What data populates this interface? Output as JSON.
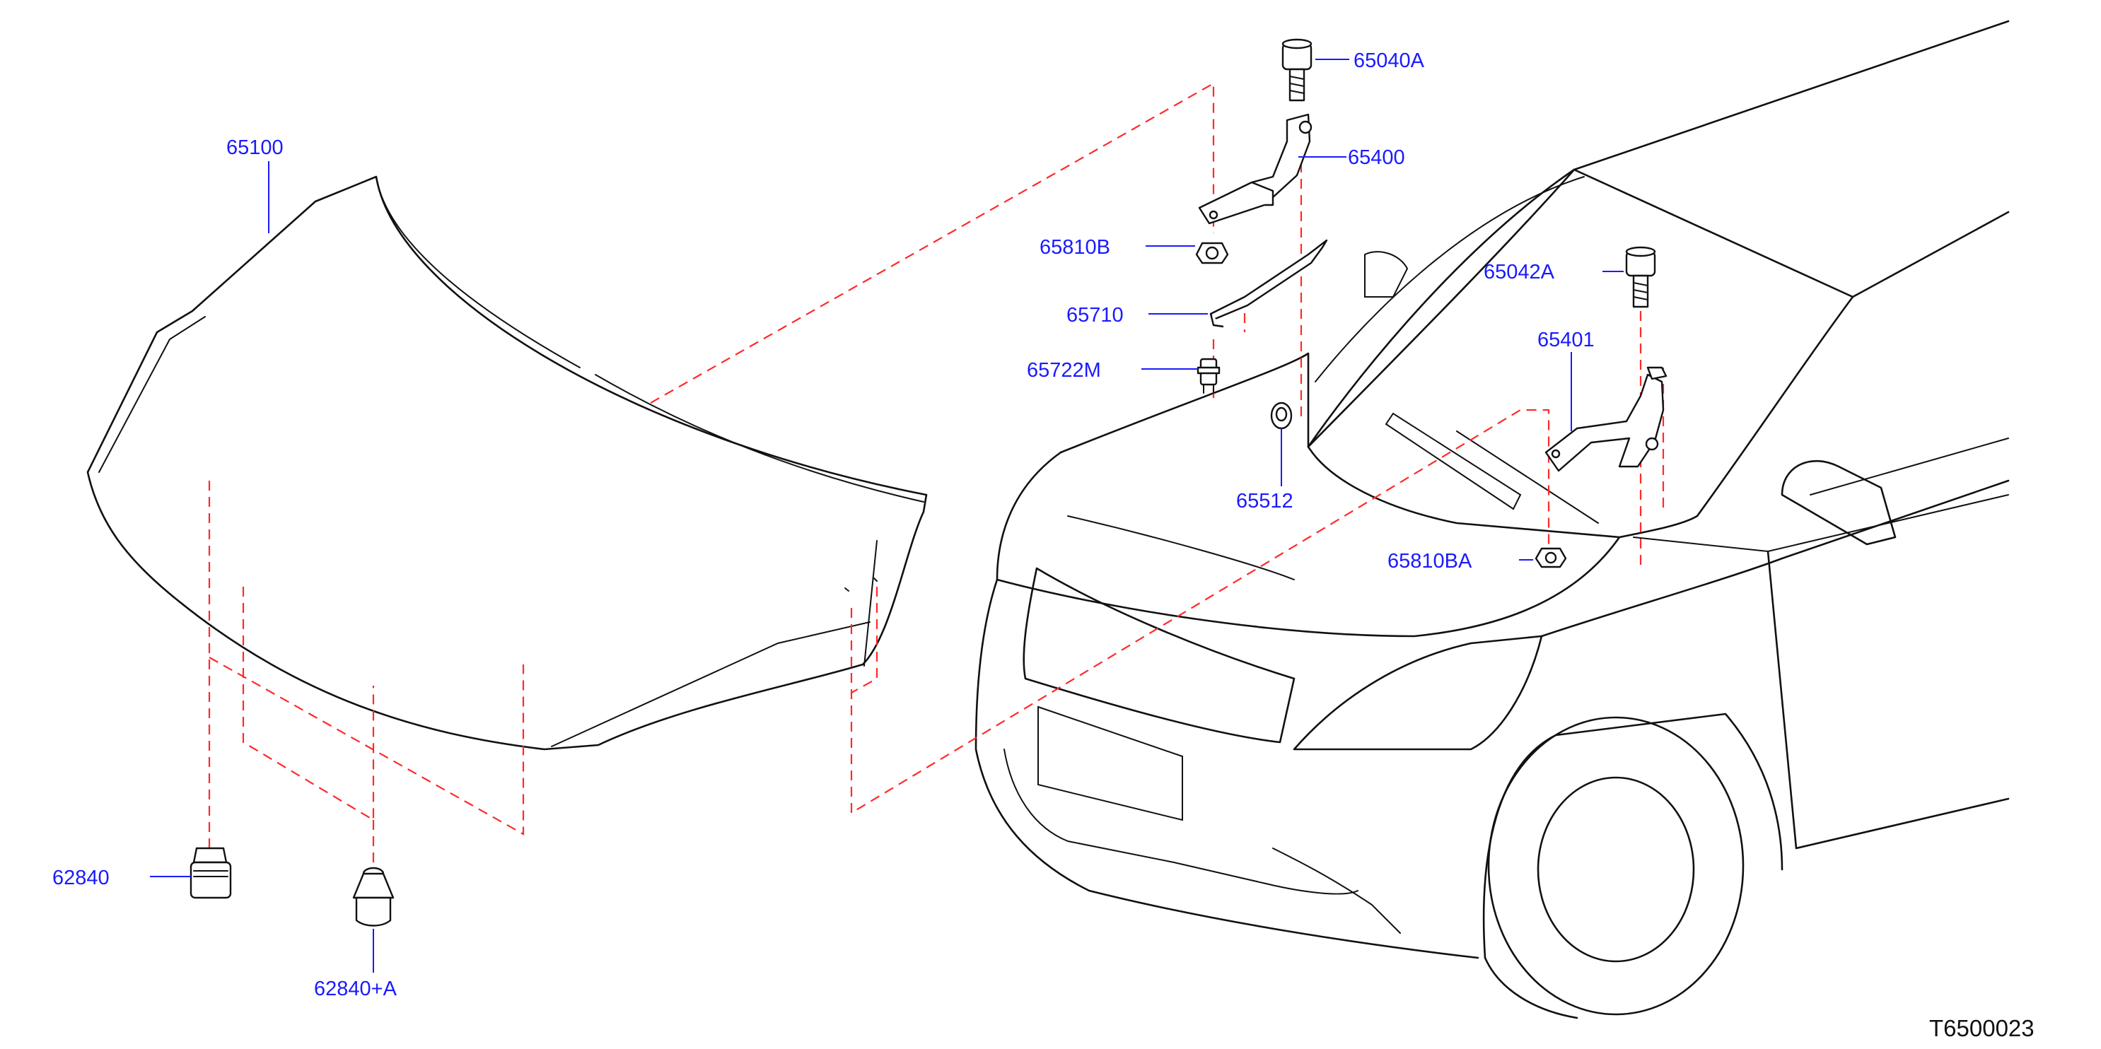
{
  "diagram": {
    "code": "T6500023",
    "parts": [
      {
        "id": "65100",
        "label": "65100",
        "name": "hood"
      },
      {
        "id": "65040A",
        "label": "65040A",
        "name": "hinge-bolt"
      },
      {
        "id": "65400",
        "label": "65400",
        "name": "hood-hinge-right"
      },
      {
        "id": "65810B",
        "label": "65810B",
        "name": "hinge-nut"
      },
      {
        "id": "65710",
        "label": "65710",
        "name": "hood-support-rod"
      },
      {
        "id": "65722M",
        "label": "65722M",
        "name": "rod-clip"
      },
      {
        "id": "65512",
        "label": "65512",
        "name": "grommet"
      },
      {
        "id": "65042A",
        "label": "65042A",
        "name": "hinge-bolt-left"
      },
      {
        "id": "65401",
        "label": "65401",
        "name": "hood-hinge-left"
      },
      {
        "id": "65810BA",
        "label": "65810BA",
        "name": "hinge-nut-left"
      },
      {
        "id": "62840",
        "label": "62840",
        "name": "bumper-rubber"
      },
      {
        "id": "62840+A",
        "label": "62840+A",
        "name": "bumper-rubber-adjustable"
      }
    ]
  },
  "colors": {
    "label": "#1a1aff",
    "line": "#111111",
    "dashed_reference": "#ff2a2a",
    "background": "#ffffff"
  }
}
